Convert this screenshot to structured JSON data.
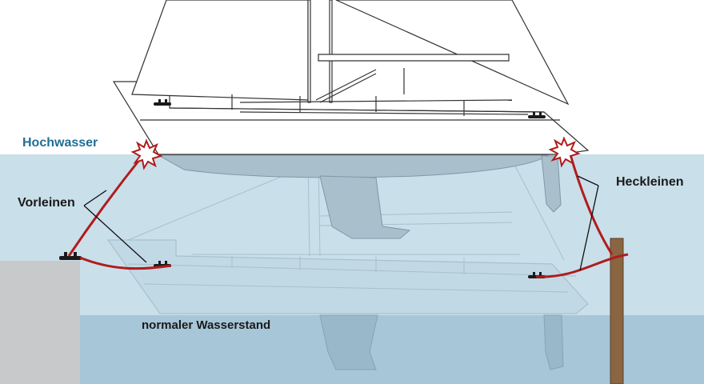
{
  "labels": {
    "hochwasser": "Hochwasser",
    "vorleinen": "Vorleinen",
    "heckleinen": "Heckleinen",
    "normaler_wasserstand": "normaler Wasserstand"
  },
  "colors": {
    "high_water": "#c9dfe9",
    "normal_water": "#a7c6d8",
    "hull_submerged": "#a9c0cc",
    "pier": "#c7c9cb",
    "post": "#8a6541",
    "mooring_line": "#b01c1c",
    "label_highwater": "#1f6f93",
    "outline": "#333333"
  },
  "icons": [
    "strain-burst-icon",
    "cleat-icon",
    "mooring-post",
    "pier-wall"
  ]
}
